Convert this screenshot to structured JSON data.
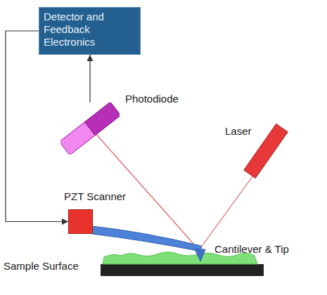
{
  "diagram": {
    "nodes": [
      {
        "text": [
          "Detector and Feedback Electronics"
        ]
      },
      {
        "text": [
          "Photodiode"
        ]
      },
      {
        "text": [
          "PZT Scanner"
        ]
      }
    ],
    "edges": [
      {
        "from": 1,
        "to": 0,
        "arrow": "to"
      },
      {
        "from": 0,
        "to": 2,
        "arrow": "to"
      }
    ],
    "labels": [
      "Laser",
      "Cantilever & Tip",
      "Sample Surface"
    ]
  }
}
